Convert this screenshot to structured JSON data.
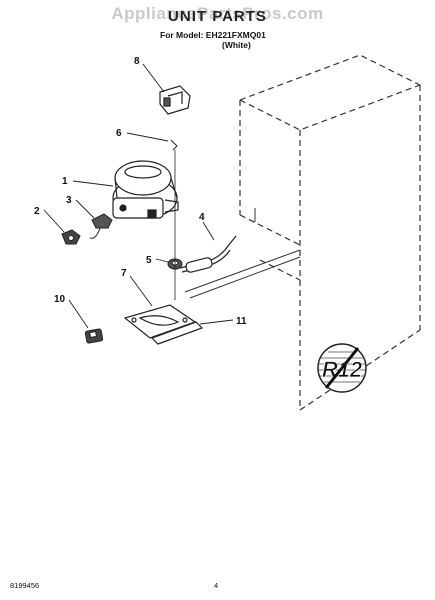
{
  "watermark": "AppliancePartsPros.com",
  "title": "UNIT PARTS",
  "model_line": "For Model: EH221FXMQ01",
  "color_line": "(White)",
  "callouts": [
    "1",
    "2",
    "3",
    "4",
    "5",
    "6",
    "7",
    "8",
    "10",
    "11"
  ],
  "refrigerant_badge": "R12",
  "footer_doc_number": "8199456",
  "footer_page": "4"
}
